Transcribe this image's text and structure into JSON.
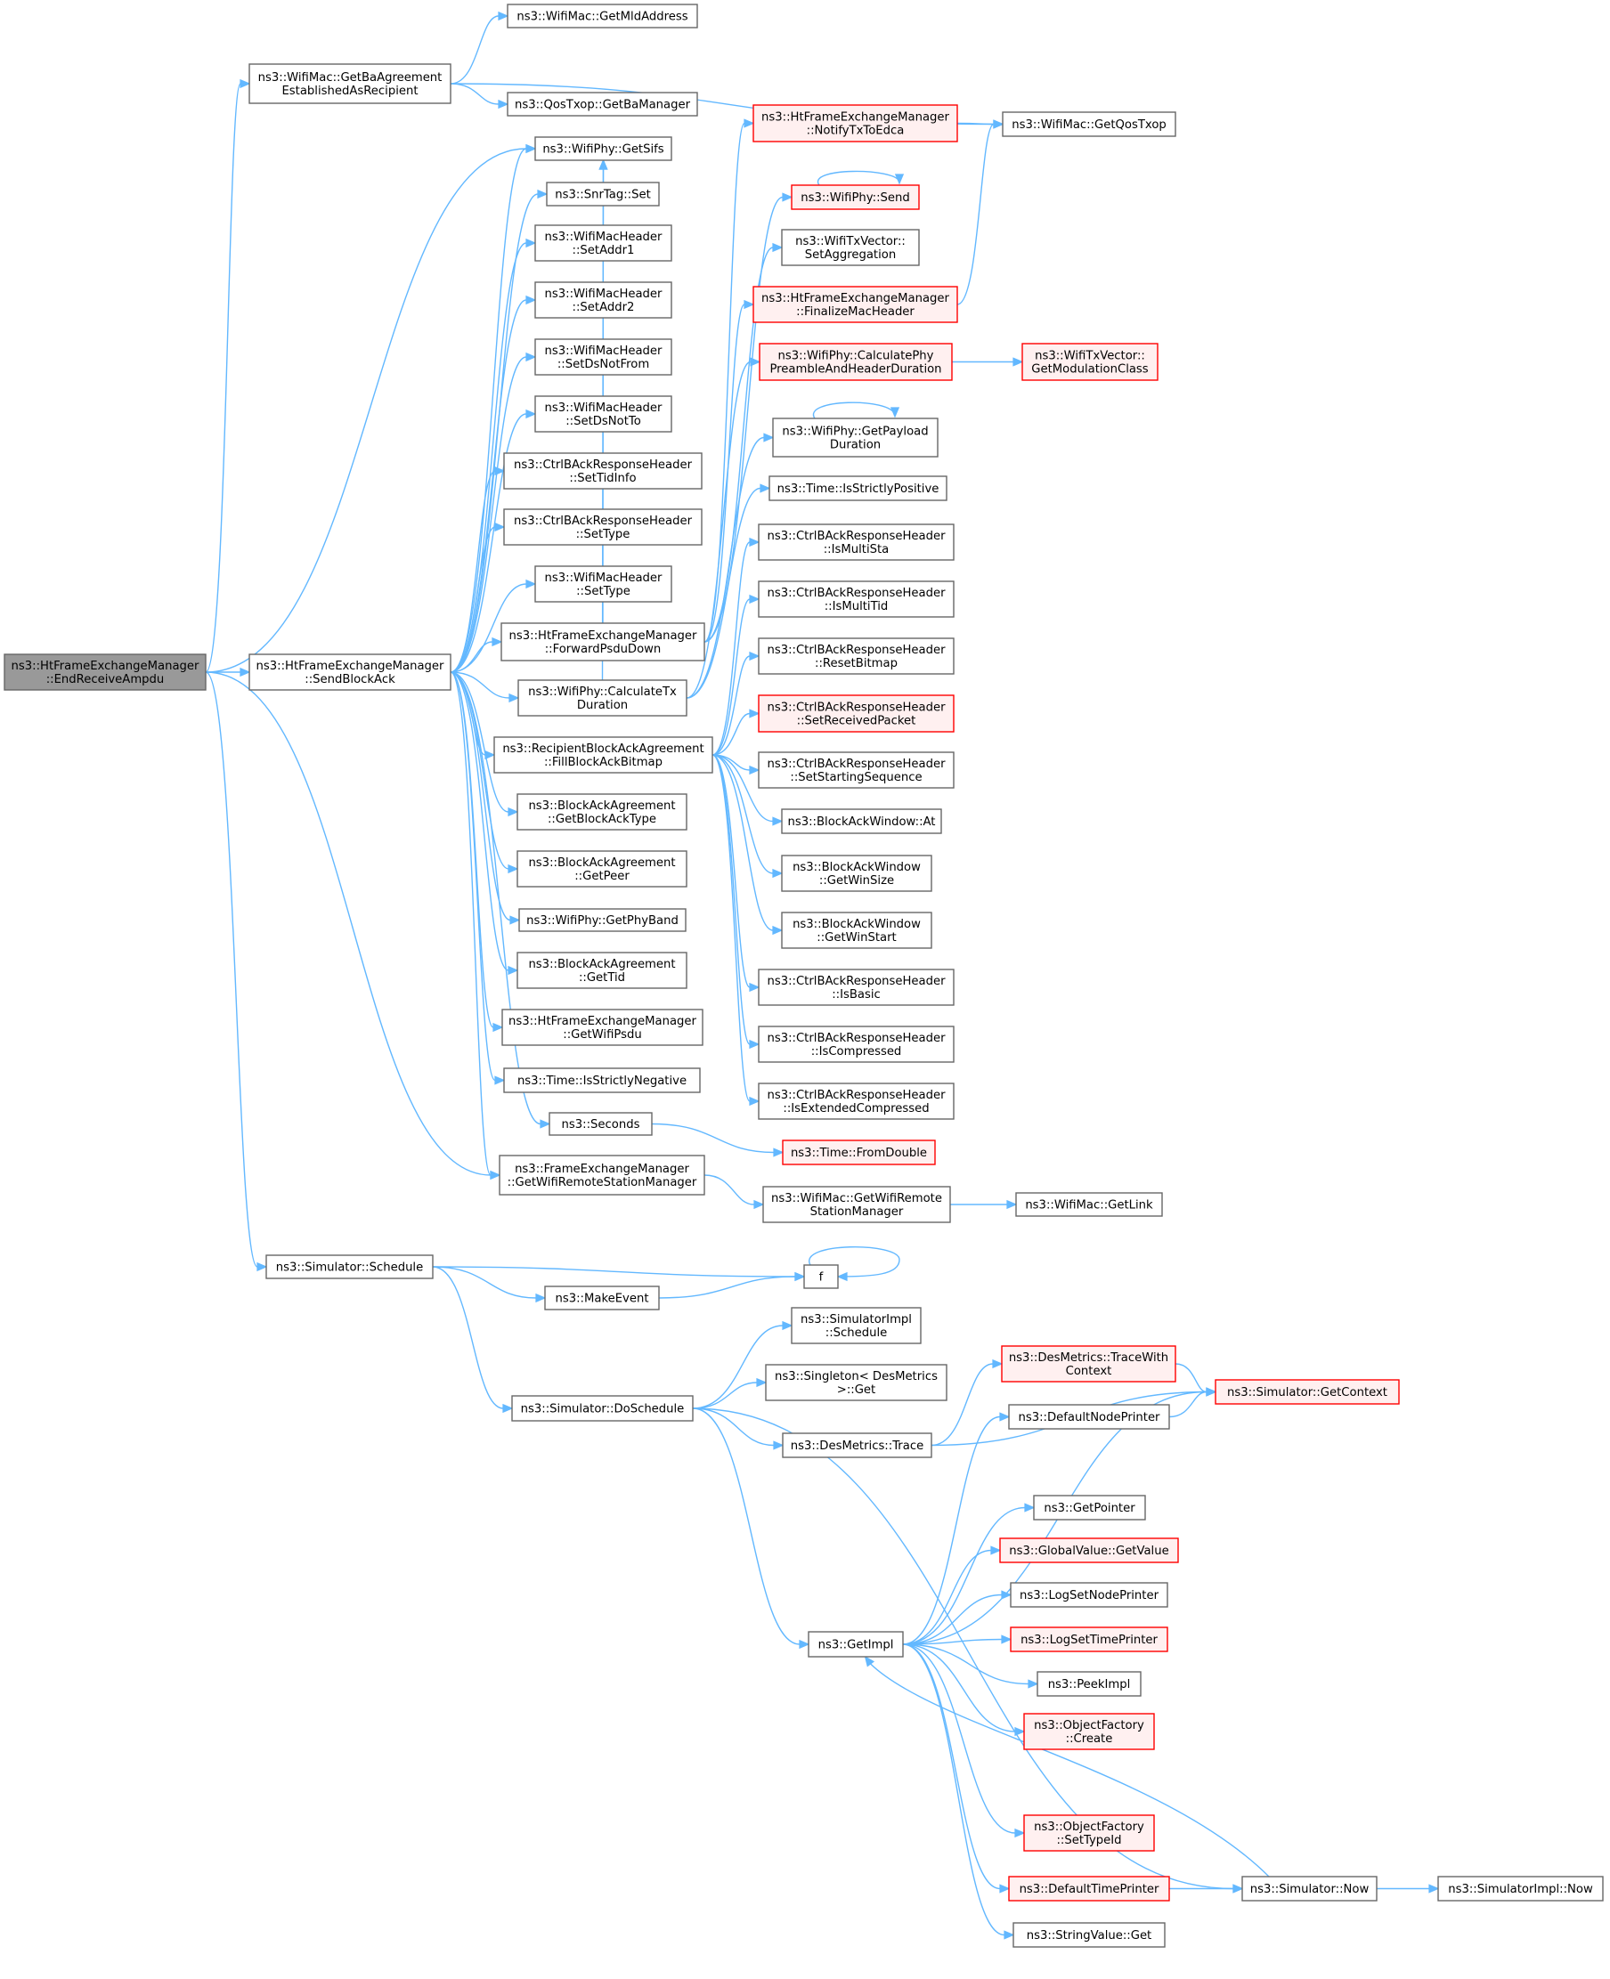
{
  "graph": {
    "root": "n0",
    "colors": {
      "edge": "#63b8ff",
      "node_fill": "#ffffff",
      "node_border": "#666666",
      "root_fill": "#999999",
      "root_border": "#666666",
      "truncated_fill": "#fff0f0",
      "truncated_border": "#ff0000"
    },
    "nodes": [
      {
        "id": "n0",
        "lines": [
          "ns3::HtFrameExchangeManager",
          "::EndReceiveAmpdu"
        ],
        "style": "root"
      },
      {
        "id": "n1",
        "lines": [
          "ns3::WifiMac::GetBaAgreement",
          "EstablishedAsRecipient"
        ],
        "style": "normal"
      },
      {
        "id": "n2",
        "lines": [
          "ns3::HtFrameExchangeManager",
          "::SendBlockAck"
        ],
        "style": "normal"
      },
      {
        "id": "n3",
        "lines": [
          "ns3::FrameExchangeManager",
          "::GetWifiRemoteStationManager"
        ],
        "style": "normal"
      },
      {
        "id": "n4",
        "lines": [
          "ns3::Simulator::Schedule"
        ],
        "style": "normal"
      },
      {
        "id": "n5",
        "lines": [
          "ns3::WifiMac::GetMldAddress"
        ],
        "style": "normal"
      },
      {
        "id": "n6",
        "lines": [
          "ns3::QosTxop::GetBaManager"
        ],
        "style": "normal"
      },
      {
        "id": "n7",
        "lines": [
          "ns3::WifiMac::GetQosTxop"
        ],
        "style": "normal"
      },
      {
        "id": "n8",
        "lines": [
          "ns3::WifiPhy::GetSifs"
        ],
        "style": "normal"
      },
      {
        "id": "n9",
        "lines": [
          "ns3::SnrTag::Set"
        ],
        "style": "normal"
      },
      {
        "id": "n10",
        "lines": [
          "ns3::WifiMacHeader",
          "::SetAddr1"
        ],
        "style": "normal"
      },
      {
        "id": "n11",
        "lines": [
          "ns3::WifiMacHeader",
          "::SetAddr2"
        ],
        "style": "normal"
      },
      {
        "id": "n12",
        "lines": [
          "ns3::WifiMacHeader",
          "::SetDsNotFrom"
        ],
        "style": "normal"
      },
      {
        "id": "n13",
        "lines": [
          "ns3::WifiMacHeader",
          "::SetDsNotTo"
        ],
        "style": "normal"
      },
      {
        "id": "n14",
        "lines": [
          "ns3::CtrlBAckResponseHeader",
          "::SetTidInfo"
        ],
        "style": "normal"
      },
      {
        "id": "n15",
        "lines": [
          "ns3::CtrlBAckResponseHeader",
          "::SetType"
        ],
        "style": "normal"
      },
      {
        "id": "n16",
        "lines": [
          "ns3::WifiMacHeader",
          "::SetType"
        ],
        "style": "normal"
      },
      {
        "id": "n17",
        "lines": [
          "ns3::HtFrameExchangeManager",
          "::ForwardPsduDown"
        ],
        "style": "normal"
      },
      {
        "id": "n18",
        "lines": [
          "ns3::WifiPhy::CalculateTx",
          "Duration"
        ],
        "style": "normal"
      },
      {
        "id": "n19",
        "lines": [
          "ns3::RecipientBlockAckAgreement",
          "::FillBlockAckBitmap"
        ],
        "style": "normal"
      },
      {
        "id": "n20",
        "lines": [
          "ns3::BlockAckAgreement",
          "::GetBlockAckType"
        ],
        "style": "normal"
      },
      {
        "id": "n21",
        "lines": [
          "ns3::BlockAckAgreement",
          "::GetPeer"
        ],
        "style": "normal"
      },
      {
        "id": "n22",
        "lines": [
          "ns3::WifiPhy::GetPhyBand"
        ],
        "style": "normal"
      },
      {
        "id": "n23",
        "lines": [
          "ns3::BlockAckAgreement",
          "::GetTid"
        ],
        "style": "normal"
      },
      {
        "id": "n24",
        "lines": [
          "ns3::HtFrameExchangeManager",
          "::GetWifiPsdu"
        ],
        "style": "normal"
      },
      {
        "id": "n25",
        "lines": [
          "ns3::Time::IsStrictlyNegative"
        ],
        "style": "normal"
      },
      {
        "id": "n26",
        "lines": [
          "ns3::Seconds"
        ],
        "style": "normal"
      },
      {
        "id": "n27",
        "lines": [
          "ns3::HtFrameExchangeManager",
          "::NotifyTxToEdca"
        ],
        "style": "truncated"
      },
      {
        "id": "n28",
        "lines": [
          "ns3::WifiPhy::Send"
        ],
        "style": "truncated"
      },
      {
        "id": "n29",
        "lines": [
          "ns3::WifiTxVector::",
          "SetAggregation"
        ],
        "style": "normal"
      },
      {
        "id": "n30",
        "lines": [
          "ns3::HtFrameExchangeManager",
          "::FinalizeMacHeader"
        ],
        "style": "truncated"
      },
      {
        "id": "n31",
        "lines": [
          "ns3::WifiPhy::CalculatePhy",
          "PreambleAndHeaderDuration"
        ],
        "style": "truncated"
      },
      {
        "id": "n32",
        "lines": [
          "ns3::WifiTxVector::",
          "GetModulationClass"
        ],
        "style": "truncated"
      },
      {
        "id": "n33",
        "lines": [
          "ns3::WifiPhy::GetPayload",
          "Duration"
        ],
        "style": "normal"
      },
      {
        "id": "n34",
        "lines": [
          "ns3::Time::IsStrictlyPositive"
        ],
        "style": "normal"
      },
      {
        "id": "n35",
        "lines": [
          "ns3::CtrlBAckResponseHeader",
          "::IsMultiSta"
        ],
        "style": "normal"
      },
      {
        "id": "n36",
        "lines": [
          "ns3::CtrlBAckResponseHeader",
          "::IsMultiTid"
        ],
        "style": "normal"
      },
      {
        "id": "n37",
        "lines": [
          "ns3::CtrlBAckResponseHeader",
          "::ResetBitmap"
        ],
        "style": "normal"
      },
      {
        "id": "n38",
        "lines": [
          "ns3::CtrlBAckResponseHeader",
          "::SetReceivedPacket"
        ],
        "style": "truncated"
      },
      {
        "id": "n39",
        "lines": [
          "ns3::CtrlBAckResponseHeader",
          "::SetStartingSequence"
        ],
        "style": "normal"
      },
      {
        "id": "n40",
        "lines": [
          "ns3::BlockAckWindow::At"
        ],
        "style": "normal"
      },
      {
        "id": "n41",
        "lines": [
          "ns3::BlockAckWindow",
          "::GetWinSize"
        ],
        "style": "normal"
      },
      {
        "id": "n42",
        "lines": [
          "ns3::BlockAckWindow",
          "::GetWinStart"
        ],
        "style": "normal"
      },
      {
        "id": "n43",
        "lines": [
          "ns3::CtrlBAckResponseHeader",
          "::IsBasic"
        ],
        "style": "normal"
      },
      {
        "id": "n44",
        "lines": [
          "ns3::CtrlBAckResponseHeader",
          "::IsCompressed"
        ],
        "style": "normal"
      },
      {
        "id": "n45",
        "lines": [
          "ns3::CtrlBAckResponseHeader",
          "::IsExtendedCompressed"
        ],
        "style": "normal"
      },
      {
        "id": "n46",
        "lines": [
          "ns3::Time::FromDouble"
        ],
        "style": "truncated"
      },
      {
        "id": "n47",
        "lines": [
          "ns3::WifiMac::GetWifiRemote",
          "StationManager"
        ],
        "style": "normal"
      },
      {
        "id": "n48",
        "lines": [
          "ns3::WifiMac::GetLink"
        ],
        "style": "normal"
      },
      {
        "id": "n49",
        "lines": [
          "f"
        ],
        "style": "normal"
      },
      {
        "id": "n50",
        "lines": [
          "ns3::MakeEvent"
        ],
        "style": "normal"
      },
      {
        "id": "n51",
        "lines": [
          "ns3::Simulator::DoSchedule"
        ],
        "style": "normal"
      },
      {
        "id": "n52",
        "lines": [
          "ns3::SimulatorImpl",
          "::Schedule"
        ],
        "style": "normal"
      },
      {
        "id": "n53",
        "lines": [
          "ns3::Singleton< DesMetrics",
          " >::Get"
        ],
        "style": "normal"
      },
      {
        "id": "n54",
        "lines": [
          "ns3::DesMetrics::Trace"
        ],
        "style": "normal"
      },
      {
        "id": "n55",
        "lines": [
          "ns3::DesMetrics::TraceWith",
          "Context"
        ],
        "style": "truncated"
      },
      {
        "id": "n56",
        "lines": [
          "ns3::Simulator::GetContext"
        ],
        "style": "truncated"
      },
      {
        "id": "n57",
        "lines": [
          "ns3::DefaultNodePrinter"
        ],
        "style": "normal"
      },
      {
        "id": "n58",
        "lines": [
          "ns3::GetImpl"
        ],
        "style": "normal"
      },
      {
        "id": "n59",
        "lines": [
          "ns3::GetPointer"
        ],
        "style": "normal"
      },
      {
        "id": "n60",
        "lines": [
          "ns3::GlobalValue::GetValue"
        ],
        "style": "truncated"
      },
      {
        "id": "n61",
        "lines": [
          "ns3::LogSetNodePrinter"
        ],
        "style": "normal"
      },
      {
        "id": "n62",
        "lines": [
          "ns3::LogSetTimePrinter"
        ],
        "style": "truncated"
      },
      {
        "id": "n63",
        "lines": [
          "ns3::PeekImpl"
        ],
        "style": "normal"
      },
      {
        "id": "n64",
        "lines": [
          "ns3::ObjectFactory",
          "::Create"
        ],
        "style": "truncated"
      },
      {
        "id": "n65",
        "lines": [
          "ns3::ObjectFactory",
          "::SetTypeId"
        ],
        "style": "truncated"
      },
      {
        "id": "n66",
        "lines": [
          "ns3::DefaultTimePrinter"
        ],
        "style": "truncated"
      },
      {
        "id": "n67",
        "lines": [
          "ns3::Simulator::Now"
        ],
        "style": "normal"
      },
      {
        "id": "n68",
        "lines": [
          "ns3::SimulatorImpl::Now"
        ],
        "style": "normal"
      },
      {
        "id": "n69",
        "lines": [
          "ns3::StringValue::Get"
        ],
        "style": "normal"
      }
    ],
    "edges": [
      [
        "n0",
        "n1"
      ],
      [
        "n0",
        "n2"
      ],
      [
        "n0",
        "n3"
      ],
      [
        "n0",
        "n4"
      ],
      [
        "n0",
        "n8"
      ],
      [
        "n1",
        "n5"
      ],
      [
        "n1",
        "n6"
      ],
      [
        "n1",
        "n7"
      ],
      [
        "n2",
        "n8"
      ],
      [
        "n2",
        "n9"
      ],
      [
        "n2",
        "n10"
      ],
      [
        "n2",
        "n11"
      ],
      [
        "n2",
        "n12"
      ],
      [
        "n2",
        "n13"
      ],
      [
        "n2",
        "n14"
      ],
      [
        "n2",
        "n15"
      ],
      [
        "n2",
        "n16"
      ],
      [
        "n2",
        "n17"
      ],
      [
        "n2",
        "n18"
      ],
      [
        "n2",
        "n19"
      ],
      [
        "n2",
        "n20"
      ],
      [
        "n2",
        "n21"
      ],
      [
        "n2",
        "n22"
      ],
      [
        "n2",
        "n23"
      ],
      [
        "n2",
        "n24"
      ],
      [
        "n2",
        "n25"
      ],
      [
        "n2",
        "n26"
      ],
      [
        "n2",
        "n3"
      ],
      [
        "n17",
        "n27"
      ],
      [
        "n17",
        "n28"
      ],
      [
        "n17",
        "n29"
      ],
      [
        "n17",
        "n30"
      ],
      [
        "n17",
        "n8"
      ],
      [
        "n27",
        "n7"
      ],
      [
        "n30",
        "n7"
      ],
      [
        "n28",
        "n28"
      ],
      [
        "n18",
        "n31"
      ],
      [
        "n18",
        "n33"
      ],
      [
        "n18",
        "n34"
      ],
      [
        "n18",
        "n8"
      ],
      [
        "n31",
        "n32"
      ],
      [
        "n33",
        "n33"
      ],
      [
        "n19",
        "n35"
      ],
      [
        "n19",
        "n36"
      ],
      [
        "n19",
        "n37"
      ],
      [
        "n19",
        "n38"
      ],
      [
        "n19",
        "n39"
      ],
      [
        "n19",
        "n40"
      ],
      [
        "n19",
        "n41"
      ],
      [
        "n19",
        "n42"
      ],
      [
        "n19",
        "n43"
      ],
      [
        "n19",
        "n44"
      ],
      [
        "n19",
        "n45"
      ],
      [
        "n26",
        "n46"
      ],
      [
        "n3",
        "n47"
      ],
      [
        "n47",
        "n48"
      ],
      [
        "n4",
        "n49"
      ],
      [
        "n4",
        "n50"
      ],
      [
        "n4",
        "n51"
      ],
      [
        "n50",
        "n49"
      ],
      [
        "n49",
        "n49"
      ],
      [
        "n51",
        "n52"
      ],
      [
        "n51",
        "n53"
      ],
      [
        "n51",
        "n54"
      ],
      [
        "n51",
        "n58"
      ],
      [
        "n51",
        "n67"
      ],
      [
        "n54",
        "n55"
      ],
      [
        "n54",
        "n56"
      ],
      [
        "n55",
        "n56"
      ],
      [
        "n57",
        "n56"
      ],
      [
        "n58",
        "n57"
      ],
      [
        "n58",
        "n56"
      ],
      [
        "n58",
        "n59"
      ],
      [
        "n58",
        "n60"
      ],
      [
        "n58",
        "n61"
      ],
      [
        "n58",
        "n62"
      ],
      [
        "n58",
        "n63"
      ],
      [
        "n58",
        "n64"
      ],
      [
        "n58",
        "n65"
      ],
      [
        "n58",
        "n66"
      ],
      [
        "n58",
        "n69"
      ],
      [
        "n66",
        "n67"
      ],
      [
        "n67",
        "n68"
      ],
      [
        "n67",
        "n58"
      ]
    ]
  }
}
